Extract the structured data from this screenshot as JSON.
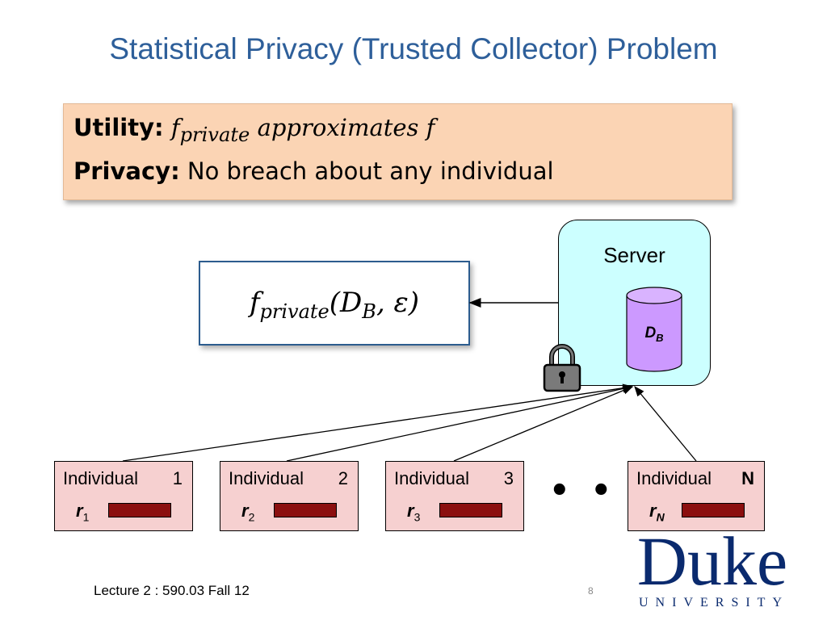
{
  "slide": {
    "title": "Statistical Privacy (Trusted Collector) Problem",
    "goals": {
      "utility_label": "Utility:",
      "utility_f": "f",
      "utility_sub": "private",
      "utility_rest": " approximates f",
      "privacy_label": "Privacy:",
      "privacy_text": " No breach about any individual"
    },
    "output": {
      "f": "f",
      "sub": "private",
      "args_open": "(D",
      "args_sub": "B",
      "args_close": ", ε)"
    },
    "server": {
      "label": "Server",
      "db_label": "D",
      "db_sub": "B"
    },
    "individuals": [
      {
        "label": "Individual",
        "num": "1",
        "r": "r",
        "r_sub": "1"
      },
      {
        "label": "Individual",
        "num": "2",
        "r": "r",
        "r_sub": "2"
      },
      {
        "label": "Individual",
        "num": "3",
        "r": "r",
        "r_sub": "3"
      },
      {
        "label": "Individual",
        "num": "N",
        "r": "r",
        "r_sub": "N"
      }
    ],
    "ellipsis": "• • •",
    "footer": "Lecture 2 : 590.03 Fall 12",
    "page_number": "8",
    "logo": {
      "word": "Duke",
      "sub": "UNIVERSITY"
    },
    "colors": {
      "title": "#2e5f9a",
      "goals_bg": "#fbd4b4",
      "server_bg": "#ccffff",
      "db_fill": "#cc99ff",
      "individual_bg": "#f6d0d0",
      "record_bar": "#8b0f0f",
      "logo": "#0a2a6e"
    }
  }
}
